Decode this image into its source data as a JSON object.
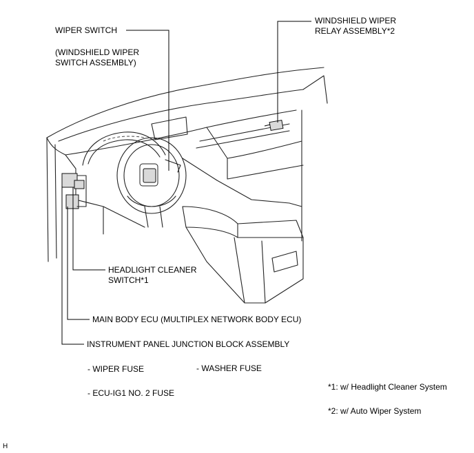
{
  "labels": {
    "wiper_switch": "WIPER SWITCH",
    "wiper_switch_sub_line1": "(WINDSHIELD WIPER",
    "wiper_switch_sub_line2": "SWITCH ASSEMBLY)",
    "wiper_relay_line1": "WINDSHIELD WIPER",
    "wiper_relay_line2": "RELAY ASSEMBLY*2",
    "headlight_cleaner_line1": "HEADLIGHT CLEANER",
    "headlight_cleaner_line2": "SWITCH*1",
    "main_body_ecu": "MAIN BODY ECU (MULTIPLEX NETWORK BODY ECU)",
    "junction_block": "INSTRUMENT PANEL JUNCTION BLOCK ASSEMBLY",
    "wiper_fuse": "- WIPER FUSE",
    "washer_fuse": "- WASHER FUSE",
    "ecu_ig1_fuse": "- ECU-IG1 NO. 2 FUSE"
  },
  "notes": {
    "note1": "*1: w/ Headlight Cleaner System",
    "note2": "*2: w/ Auto Wiper System"
  },
  "corner_mark": "H"
}
